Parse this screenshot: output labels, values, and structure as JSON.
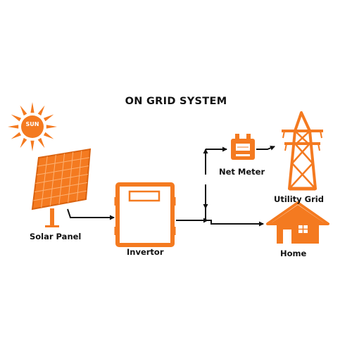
{
  "title": "ON GRID SYSTEM",
  "sun": {
    "label": "SUN",
    "icon": "sun-icon"
  },
  "components": {
    "solar_panel": {
      "label": "Solar Panel",
      "icon": "solar-panel-icon"
    },
    "invertor": {
      "label": "Invertor",
      "icon": "inverter-icon"
    },
    "net_meter": {
      "label": "Net Meter",
      "icon": "meter-icon"
    },
    "utility_grid": {
      "label": "Utility Grid",
      "icon": "transmission-tower-icon"
    },
    "home": {
      "label": "Home",
      "icon": "house-icon"
    }
  },
  "colors": {
    "accent": "#f47a20",
    "accent_dark": "#d9620f",
    "accent_light": "#fbb173",
    "line": "#111111"
  }
}
